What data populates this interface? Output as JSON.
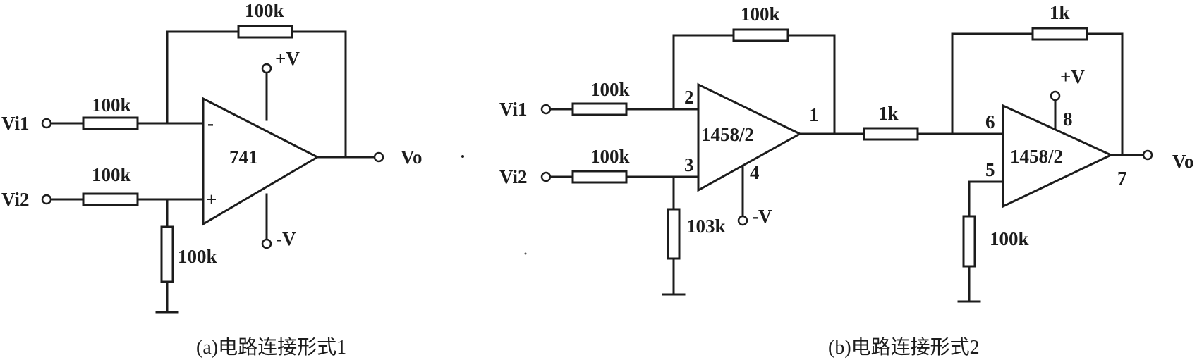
{
  "circuit_a": {
    "feedback_resistor": "100k",
    "input_resistor_1": "100k",
    "input_resistor_2": "100k",
    "ground_resistor": "100k",
    "opamp": "741",
    "pin_minus": "-",
    "pin_plus": "+",
    "supply_pos": "+V",
    "supply_neg": "-V",
    "input_1": "Vi1",
    "input_2": "Vi2",
    "output": "Vo",
    "caption": "(a)电路连接形式1"
  },
  "circuit_b": {
    "feedback_resistor_1": "100k",
    "input_resistor_1": "100k",
    "input_resistor_2": "100k",
    "ground_resistor_1": "103k",
    "opamp_1": "1458/2",
    "pin_2": "2",
    "pin_3": "3",
    "pin_1": "1",
    "pin_4": "4",
    "supply_neg": "-V",
    "coupling_resistor": "1k",
    "feedback_resistor_2": "1k",
    "opamp_2": "1458/2",
    "pin_6": "6",
    "pin_5": "5",
    "pin_7": "7",
    "pin_8": "8",
    "supply_pos": "+V",
    "ground_resistor_2": "100k",
    "input_1": "Vi1",
    "input_2": "Vi2",
    "output": "Vo",
    "caption": "(b)电路连接形式2"
  }
}
